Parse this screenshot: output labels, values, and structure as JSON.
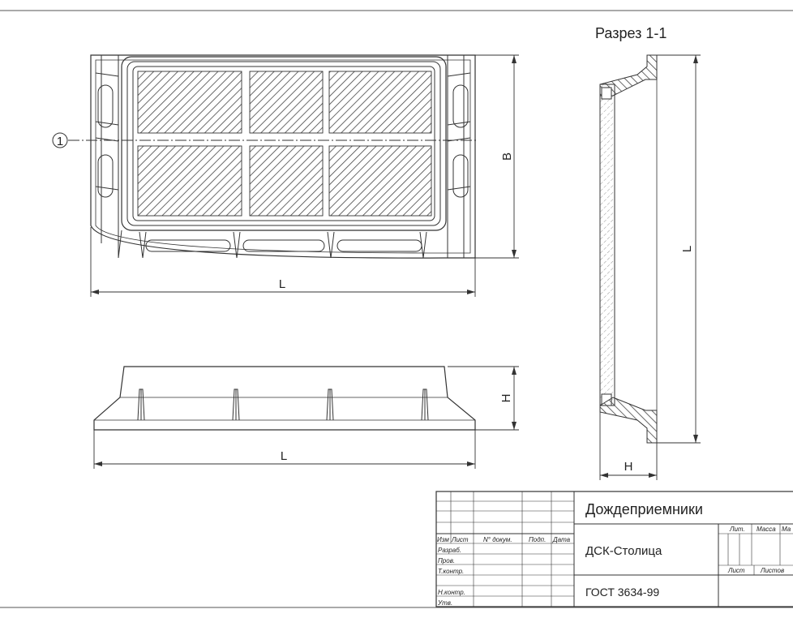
{
  "section_title": "Разрез 1-1",
  "callout_number": "1",
  "dims": {
    "plan_length": "L",
    "plan_width": "B",
    "front_length": "L",
    "front_height": "H",
    "section_length": "L",
    "section_height": "H"
  },
  "title_block": {
    "name": "Дождеприемники",
    "company": "ДСК-Столица",
    "standard": "ГОСТ 3634-99",
    "cols": {
      "izm": "Изм",
      "list": "Лист",
      "doc": "N° докум.",
      "sign": "Подп.",
      "date": "Дата"
    },
    "rows": {
      "razrab": "Разраб.",
      "prov": "Пров.",
      "tkontr": "Т.контр.",
      "nkontr": "Н.контр.",
      "utv": "Утв."
    },
    "right": {
      "lit": "Лит.",
      "massa": "Масса",
      "mashtab": "Ма",
      "list": "Лист",
      "listov": "Листов"
    }
  }
}
